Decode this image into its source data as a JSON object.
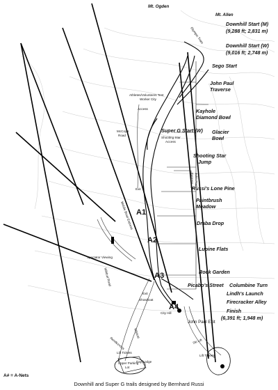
{
  "labels": {
    "mt_ogden": "Mt. Ogden",
    "mt_allen": "Mt. Allen",
    "downhill_start_m": "Downhill Start (M)",
    "downhill_start_m_elev": "(9,288 ft; 2,831 m)",
    "downhill_start_w": "Downhill Start (W)",
    "downhill_start_w_elev": "(9,016 ft; 2,748 m)",
    "sego_start": "Sego Start",
    "john_paul_traverse_1": "John Paul",
    "john_paul_traverse_2": "Traverse",
    "athletes_tent_1": "Athletes/Volunteers Tent",
    "athletes_tent_2": "Worker City",
    "access": "Access",
    "kayhole": "Kayhole",
    "diamond_bowl": "Diamond Bowl",
    "super_g_start": "Super G Start (W)",
    "mccoys_road_1": "McCoy's",
    "mccoys_road_2": "Road",
    "shooting_star_access_1": "Shooting Star",
    "shooting_star_access_2": "Access",
    "glacier_bowl_1": "Glacier",
    "glacier_bowl_2": "Bowl",
    "shooting_star_jump_1": "Shooting Star",
    "shooting_star_jump_2": "Jump",
    "john_paul_express_1": "John Paul",
    "john_paul_express_2": "Express",
    "russis_lone_pine": "Russi's Lone Pine",
    "exit_upper": "Exit",
    "middle_bowl_express": "Middle Bowl Express",
    "paintbrush_meadow_1": "Paintbrush",
    "paintbrush_meadow_2": "Meadow",
    "draba_drop": "Draba Drop",
    "lupine_flats": "Lupine Flats",
    "spectator_viewing": "Spectator Viewing",
    "rock_garden": "Rock Garden",
    "wildcat_road": "Wildcat Road",
    "exit_lower": "Exit",
    "showboat": "Showboat",
    "picabos_street": "Picabo's Street",
    "columbine_turn": "Columbine Turn",
    "lindhs_launch": "Lindh's Launch",
    "firecracker_alley": "Firecracker Alley",
    "finish": "Finish",
    "finish_elev": "(6,391 ft; 1,948 m)",
    "city_hill": "City Hill",
    "john_paul_exit": "John Paul Exit",
    "lift_tickets_left": "Lift Tickets",
    "lift_tickets_right": "Lift Tickets",
    "day_lodge": "Day Lodge",
    "upper_parking_lot_1": "Upper Parking",
    "upper_parking_lot_2": "Lot",
    "olympic_tram": "Olympic Tram",
    "wildcat": "Wildcat",
    "rendezvous": "Rendezvous",
    "ski_lift": "Ski Lift"
  },
  "zones": {
    "a1": "A1",
    "a2": "A2",
    "a3": "A3",
    "a4": "A4"
  },
  "legend": "A# = A-Nets",
  "caption": "Downhill and Super G trails designed by Bernhard Russi"
}
